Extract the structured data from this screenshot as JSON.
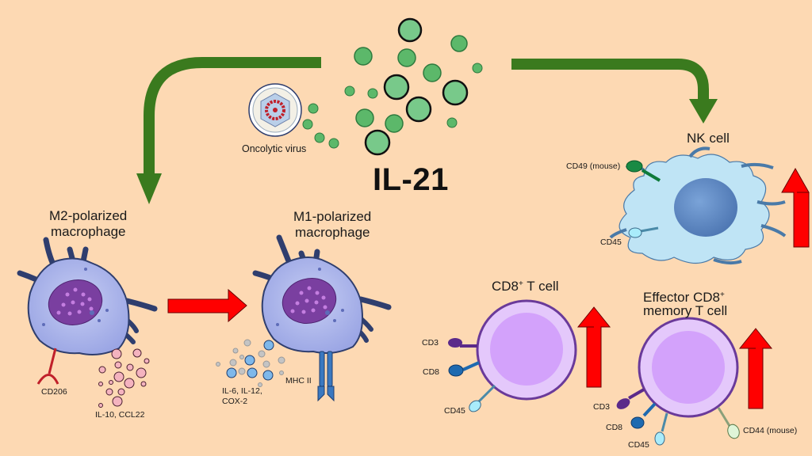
{
  "colors": {
    "background": "#fdd9b3",
    "green_arrow": "#3a7a1e",
    "red_arrow": "#ff0000",
    "cytokine_green": "#5cb86a",
    "macrophage": "#a9b3ea",
    "nucleus_purple": "#7a3fa0",
    "nk_cell": "#bfe4f5",
    "nk_nucleus": "#5b86c0",
    "t_cell_outer": "#e4c8fb",
    "t_cell_inner": "#d3a2fb",
    "t_cell_border": "#6a3a9a"
  },
  "center": {
    "cytokine_label": "IL-21",
    "virus_label": "Oncolytic virus"
  },
  "cells": {
    "m2": {
      "title_line1": "M2-polarized",
      "title_line2": "macrophage",
      "receptor_label": "CD206",
      "secreted_label": "IL-10, CCL22"
    },
    "m1": {
      "title_line1": "M1-polarized",
      "title_line2": "macrophage",
      "receptor_label": "MHC II",
      "secreted_label_line1": "IL-6, IL-12,",
      "secreted_label_line2": "COX-2"
    },
    "nk": {
      "title": "NK cell",
      "markers": [
        "CD49 (mouse)",
        "CD45"
      ],
      "trend": "increase"
    },
    "cd8": {
      "title_main": "CD8",
      "title_sup": "+",
      "title_rest": " T cell",
      "markers": [
        "CD3",
        "CD8",
        "CD45"
      ],
      "trend": "increase"
    },
    "memory": {
      "title_line1_main": "Effector CD8",
      "title_line1_sup": "+",
      "title_line2": "memory T cell",
      "markers": [
        "CD3",
        "CD8",
        "CD45",
        "CD44 (mouse)"
      ],
      "trend": "increase"
    }
  },
  "flows": [
    {
      "from": "IL-21",
      "to": "M2-polarized macrophage",
      "type": "green-curved-arrow"
    },
    {
      "from": "IL-21",
      "to": "NK cell",
      "type": "green-curved-arrow"
    },
    {
      "from": "M2-polarized macrophage",
      "to": "M1-polarized macrophage",
      "type": "red-arrow"
    }
  ]
}
